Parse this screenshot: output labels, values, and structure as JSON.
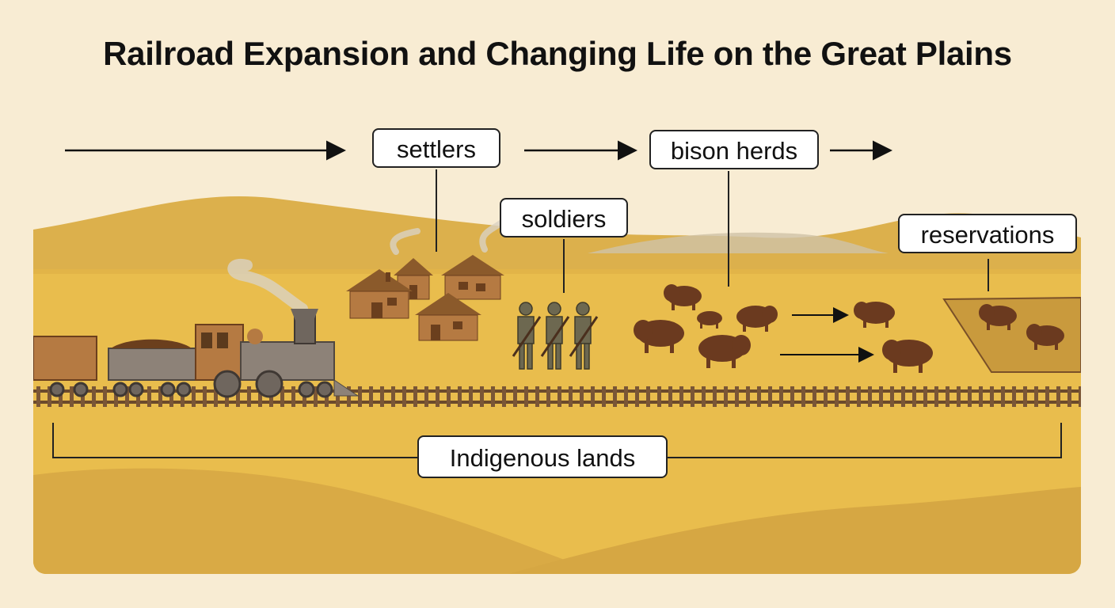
{
  "title": "Railroad Expansion and Changing Life on the Great Plains",
  "labels": {
    "settlers": "settlers",
    "bison_herds": "bison herds",
    "soldiers": "soldiers",
    "reservations": "reservations",
    "indigenous_lands": "Indigenous lands"
  },
  "colors": {
    "background": "#f8ecd3",
    "plains": "#e9bd4d",
    "hills": "#d9aa45",
    "bison": "#6b3a1f",
    "wood": "#b57a42",
    "rail": "#6b4a2b"
  }
}
